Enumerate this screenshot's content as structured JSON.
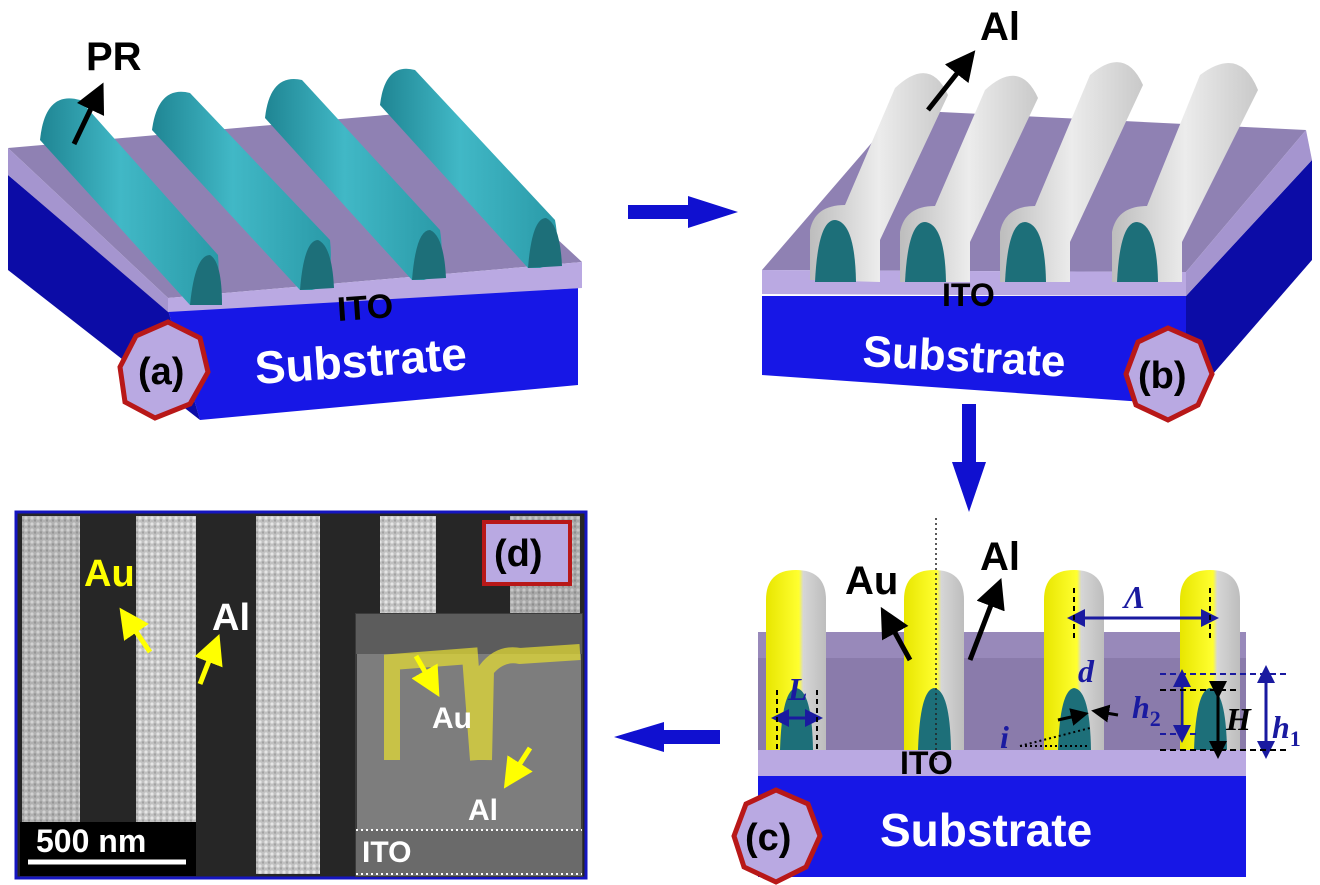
{
  "panels": {
    "a": {
      "badge": "(a)",
      "pr_label": "PR",
      "ito_label": "ITO",
      "substrate_label": "Substrate"
    },
    "b": {
      "badge": "(b)",
      "al_label": "Al",
      "ito_label": "ITO",
      "substrate_label": "Substrate"
    },
    "c": {
      "badge": "(c)",
      "au_label": "Au",
      "al_label": "Al",
      "ito_label": "ITO",
      "substrate_label": "Substrate",
      "dimensions": {
        "period": "Λ",
        "width": "L",
        "thickness": "d",
        "angle": "i",
        "h2": "h",
        "h2_sub": "2",
        "H": "H",
        "h1": "h",
        "h1_sub": "1"
      }
    },
    "d": {
      "badge": "(d)",
      "au_label": "Au",
      "al_label": "Al",
      "inset_au_label": "Au",
      "inset_al_label": "Al",
      "inset_ito_label": "ITO",
      "scale_bar": "500 nm"
    }
  },
  "colors": {
    "substrate": "#1515e0",
    "substrate_side": "#0b0b9a",
    "ito": "#b8a8e0",
    "ito_top": "#8d7fb0",
    "pr": "#2e9fae",
    "pr_dark": "#1a6f7a",
    "al": "#d8d8d8",
    "au": "#f2f000",
    "arrow": "#1010d0",
    "badge_fill": "#b9a9e2",
    "badge_stroke": "#b81818",
    "dim": "#1a1aa0"
  }
}
